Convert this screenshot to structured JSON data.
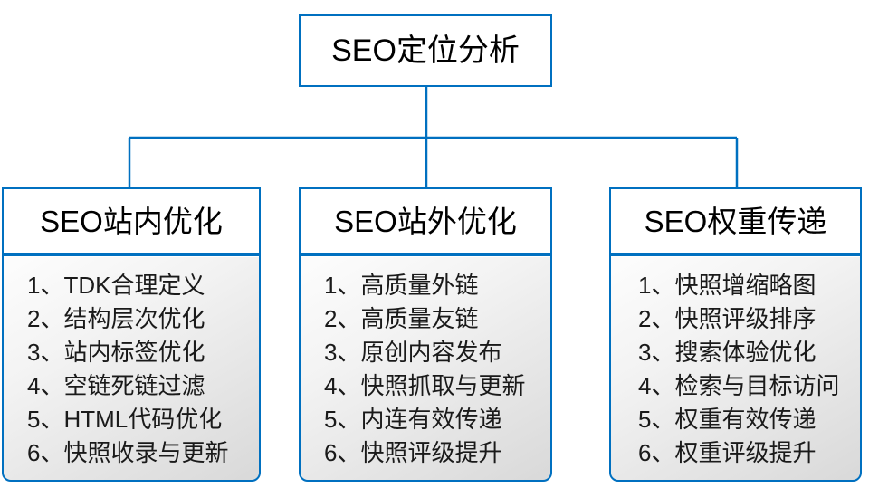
{
  "diagram": {
    "type": "tree-hierarchy",
    "colors": {
      "border": "#0070C0",
      "connector": "#0070C0",
      "header_fill": "#FFFFFF",
      "body_fill_top": "#FDFDFD",
      "body_fill_bottom": "#D9D9D9",
      "text": "#000000"
    },
    "root": {
      "label": "SEO定位分析"
    },
    "branches": [
      {
        "id": "seo-onsite",
        "header": "SEO站内优化",
        "items": [
          {
            "index": "1、",
            "text": "TDK合理定义"
          },
          {
            "index": "2、",
            "text": "结构层次优化"
          },
          {
            "index": "3、",
            "text": "站内标签优化"
          },
          {
            "index": "4、",
            "text": "空链死链过滤"
          },
          {
            "index": "5、",
            "text": "HTML代码优化"
          },
          {
            "index": "6、",
            "text": "快照收录与更新"
          }
        ]
      },
      {
        "id": "seo-offsite",
        "header": "SEO站外优化",
        "items": [
          {
            "index": "1、",
            "text": "高质量外链"
          },
          {
            "index": "2、",
            "text": "高质量友链"
          },
          {
            "index": "3、",
            "text": "原创内容发布"
          },
          {
            "index": "4、",
            "text": "快照抓取与更新"
          },
          {
            "index": "5、",
            "text": "内连有效传递"
          },
          {
            "index": "6、",
            "text": "快照评级提升"
          }
        ]
      },
      {
        "id": "seo-weight",
        "header": "SEO权重传递",
        "items": [
          {
            "index": "1、",
            "text": "快照增缩略图"
          },
          {
            "index": "2、",
            "text": "快照评级排序"
          },
          {
            "index": "3、",
            "text": "搜索体验优化"
          },
          {
            "index": "4、",
            "text": "检索与目标访问"
          },
          {
            "index": "5、",
            "text": "权重有效传递"
          },
          {
            "index": "6、",
            "text": "权重评级提升"
          }
        ]
      }
    ]
  }
}
